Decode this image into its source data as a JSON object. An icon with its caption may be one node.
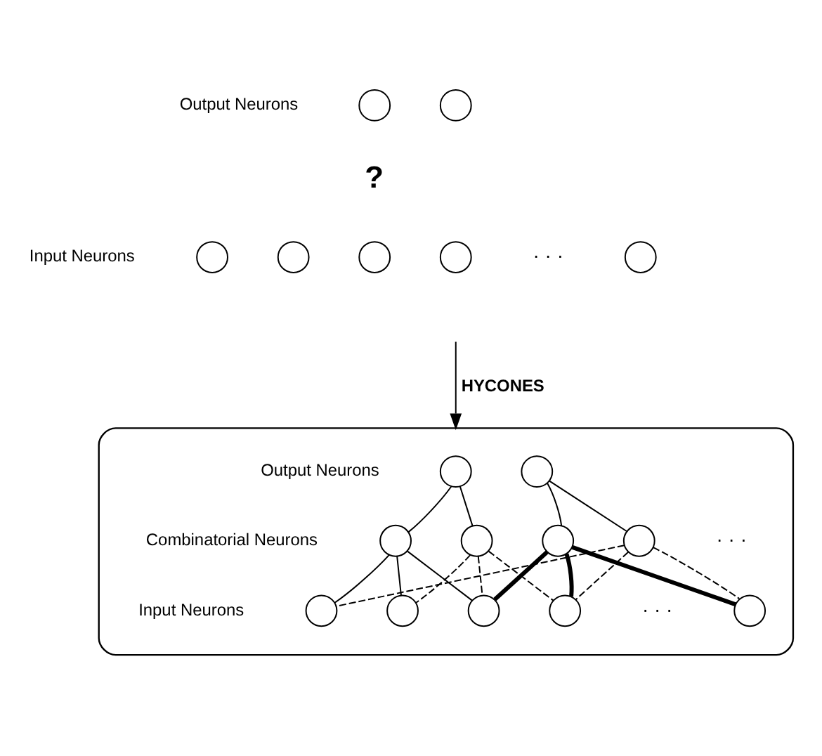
{
  "diagram": {
    "nodes": [
      {
        "text": [],
        "shape": "circle",
        "beside": [
          "Output Neurons"
        ]
      },
      {
        "text": [],
        "shape": "circle"
      },
      {
        "text": [],
        "shape": "circle",
        "beside": [
          "Input Neurons"
        ]
      },
      {
        "text": [],
        "shape": "circle"
      },
      {
        "text": [],
        "shape": "circle"
      },
      {
        "text": [],
        "shape": "circle"
      },
      {
        "text": [],
        "shape": "circle"
      },
      {
        "text": [],
        "shape": "cloud"
      },
      {
        "text": [],
        "shape": "circle",
        "in": 7,
        "beside": [
          "Output Neurons"
        ]
      },
      {
        "text": [],
        "shape": "circle",
        "in": 7
      },
      {
        "text": [],
        "shape": "circle",
        "in": 7,
        "beside": [
          "Combinatorial Neurons"
        ]
      },
      {
        "text": [],
        "shape": "circle",
        "in": 7
      },
      {
        "text": [],
        "shape": "circle",
        "in": 7
      },
      {
        "text": [],
        "shape": "circle",
        "in": 7
      },
      {
        "text": [],
        "shape": "circle",
        "in": 7,
        "beside": [
          "Input Neurons"
        ]
      },
      {
        "text": [],
        "shape": "circle",
        "in": 7
      },
      {
        "text": [],
        "shape": "circle",
        "in": 7
      },
      {
        "text": [],
        "shape": "circle",
        "in": 7
      },
      {
        "text": [],
        "shape": "circle",
        "in": 7
      }
    ],
    "edges": [
      {
        "from": null,
        "to": 7,
        "arrow": "to",
        "label": "HYCONES"
      },
      {
        "from": 8,
        "to": 10,
        "arrow": "none"
      },
      {
        "from": 8,
        "to": 11,
        "arrow": "none"
      },
      {
        "from": 9,
        "to": 12,
        "arrow": "none"
      },
      {
        "from": 9,
        "to": 13,
        "arrow": "none"
      },
      {
        "from": 10,
        "to": 14,
        "arrow": "none"
      },
      {
        "from": 10,
        "to": 15,
        "arrow": "none"
      },
      {
        "from": 10,
        "to": 16,
        "arrow": "none"
      },
      {
        "from": 11,
        "to": 15,
        "arrow": "none",
        "style": "dashed"
      },
      {
        "from": 11,
        "to": 16,
        "arrow": "none",
        "style": "dashed"
      },
      {
        "from": 11,
        "to": 17,
        "arrow": "none",
        "style": "dashed"
      },
      {
        "from": 12,
        "to": 16,
        "arrow": "none",
        "style": "thick"
      },
      {
        "from": 12,
        "to": 17,
        "arrow": "none",
        "style": "thick"
      },
      {
        "from": 12,
        "to": 18,
        "arrow": "none",
        "style": "thick"
      },
      {
        "from": 13,
        "to": 14,
        "arrow": "none",
        "style": "dashed"
      },
      {
        "from": 13,
        "to": 17,
        "arrow": "none",
        "style": "dashed"
      },
      {
        "from": 13,
        "to": 18,
        "arrow": "none",
        "style": "dashed"
      }
    ],
    "labels": [
      "?",
      "· · ·",
      "· · ·",
      "· · ·"
    ]
  }
}
